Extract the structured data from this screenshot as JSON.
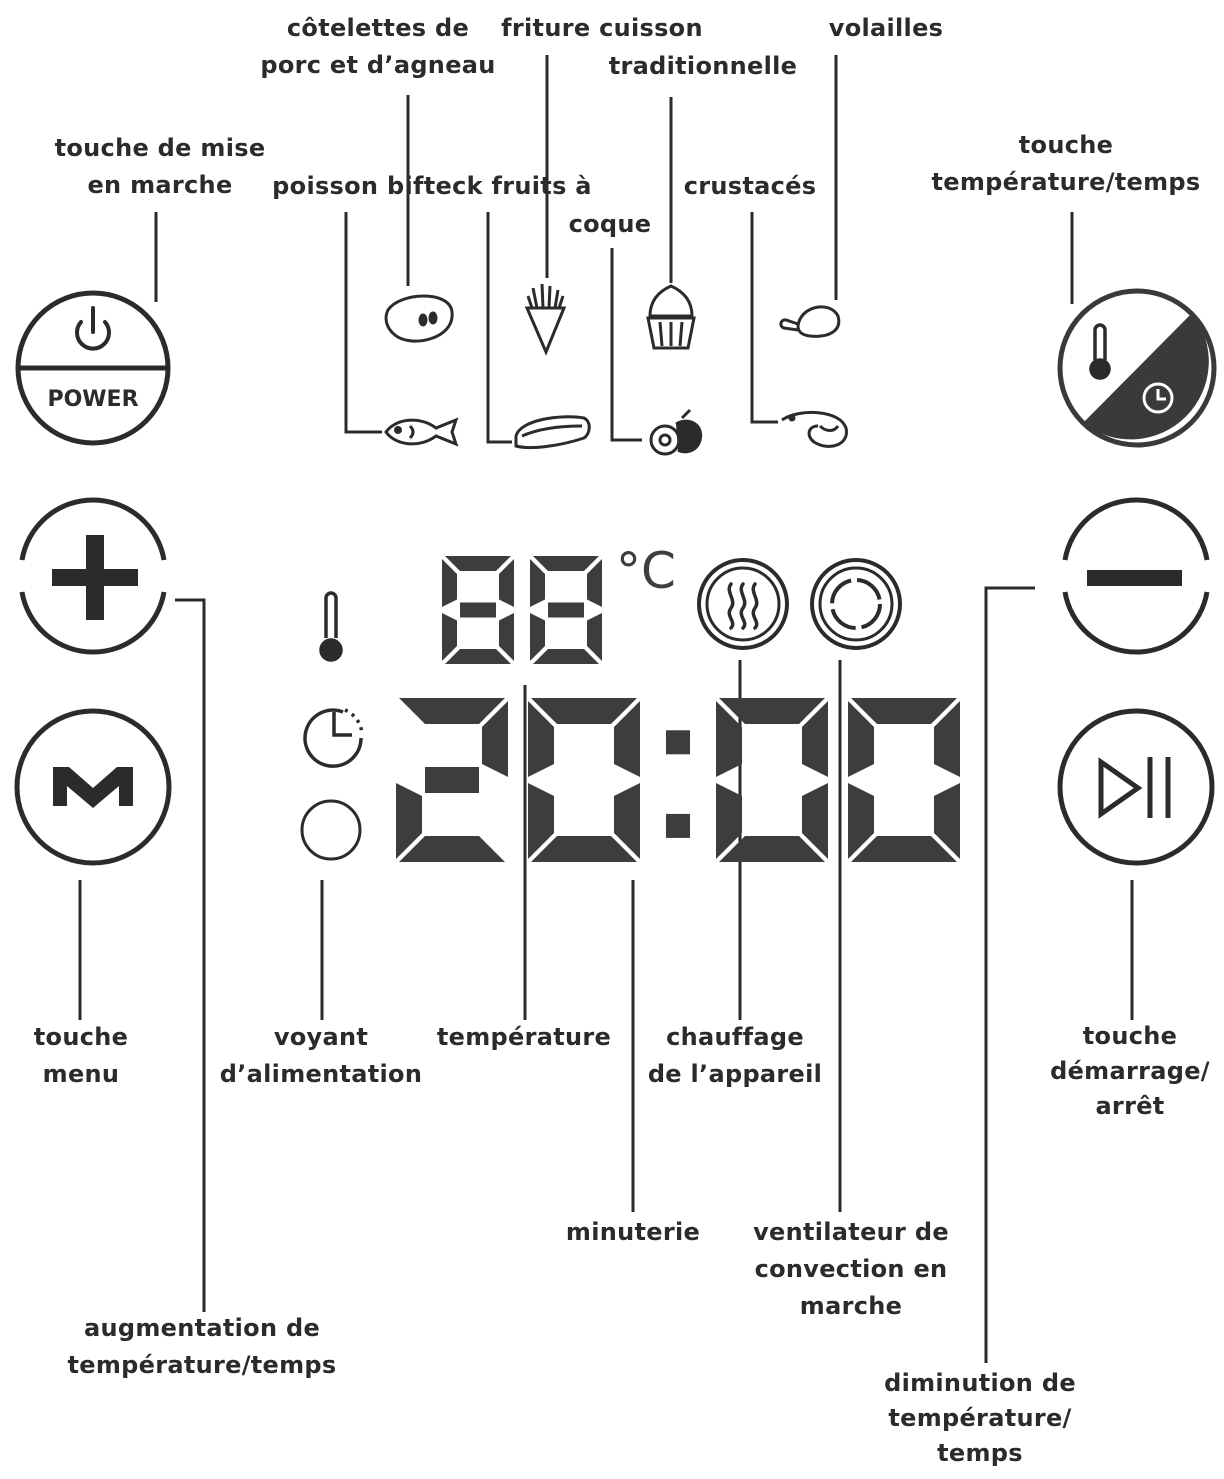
{
  "colors": {
    "ink": "#2b2b2b",
    "panel": "#3a3a3a",
    "lcd": "#3d3d3d",
    "background": "#ffffff"
  },
  "display": {
    "temperature": "88",
    "unit": "°C",
    "time": "20:00"
  },
  "buttons": {
    "power": {
      "label": "POWER",
      "icon": "power-icon"
    },
    "plus": {
      "icon": "plus-icon"
    },
    "menu": {
      "icon": "menu-m-icon"
    },
    "temp_time": {
      "icon": "thermometer-clock-icon"
    },
    "minus": {
      "icon": "minus-icon"
    },
    "start_stop": {
      "icon": "play-pause-icon"
    }
  },
  "food_icons": [
    "pork-chop-icon",
    "fries-icon",
    "cupcake-icon",
    "poultry-icon",
    "fish-icon",
    "steak-icon",
    "nuts-icon",
    "shrimp-icon"
  ],
  "labels": {
    "pork_lamb": [
      "côtelettes de",
      "porc et d’agneau"
    ],
    "fries": [
      "friture cuisson"
    ],
    "traditional": [
      "traditionnelle"
    ],
    "poultry": [
      "volailles"
    ],
    "power_key": [
      "touche de mise",
      "en marche"
    ],
    "fish_steak_nuts": [
      "poisson bifteck fruits à"
    ],
    "nuts2": [
      "coque"
    ],
    "shellfish": [
      "crustacés"
    ],
    "temp_time_key": [
      "touche",
      "température/temps"
    ],
    "menu_key": [
      "touche",
      "menu"
    ],
    "power_light": [
      "voyant",
      "d’alimentation"
    ],
    "temperature": [
      "température"
    ],
    "heating": [
      "chauffage",
      "de l’appareil"
    ],
    "start_stop_key": [
      "touche",
      "démarrage/",
      "arrêt"
    ],
    "timer": [
      "minuterie"
    ],
    "fan": [
      "ventilateur de",
      "convection en",
      "marche"
    ],
    "increase": [
      "augmentation de",
      "température/temps"
    ],
    "decrease": [
      "diminution de",
      "température/",
      "temps"
    ]
  }
}
